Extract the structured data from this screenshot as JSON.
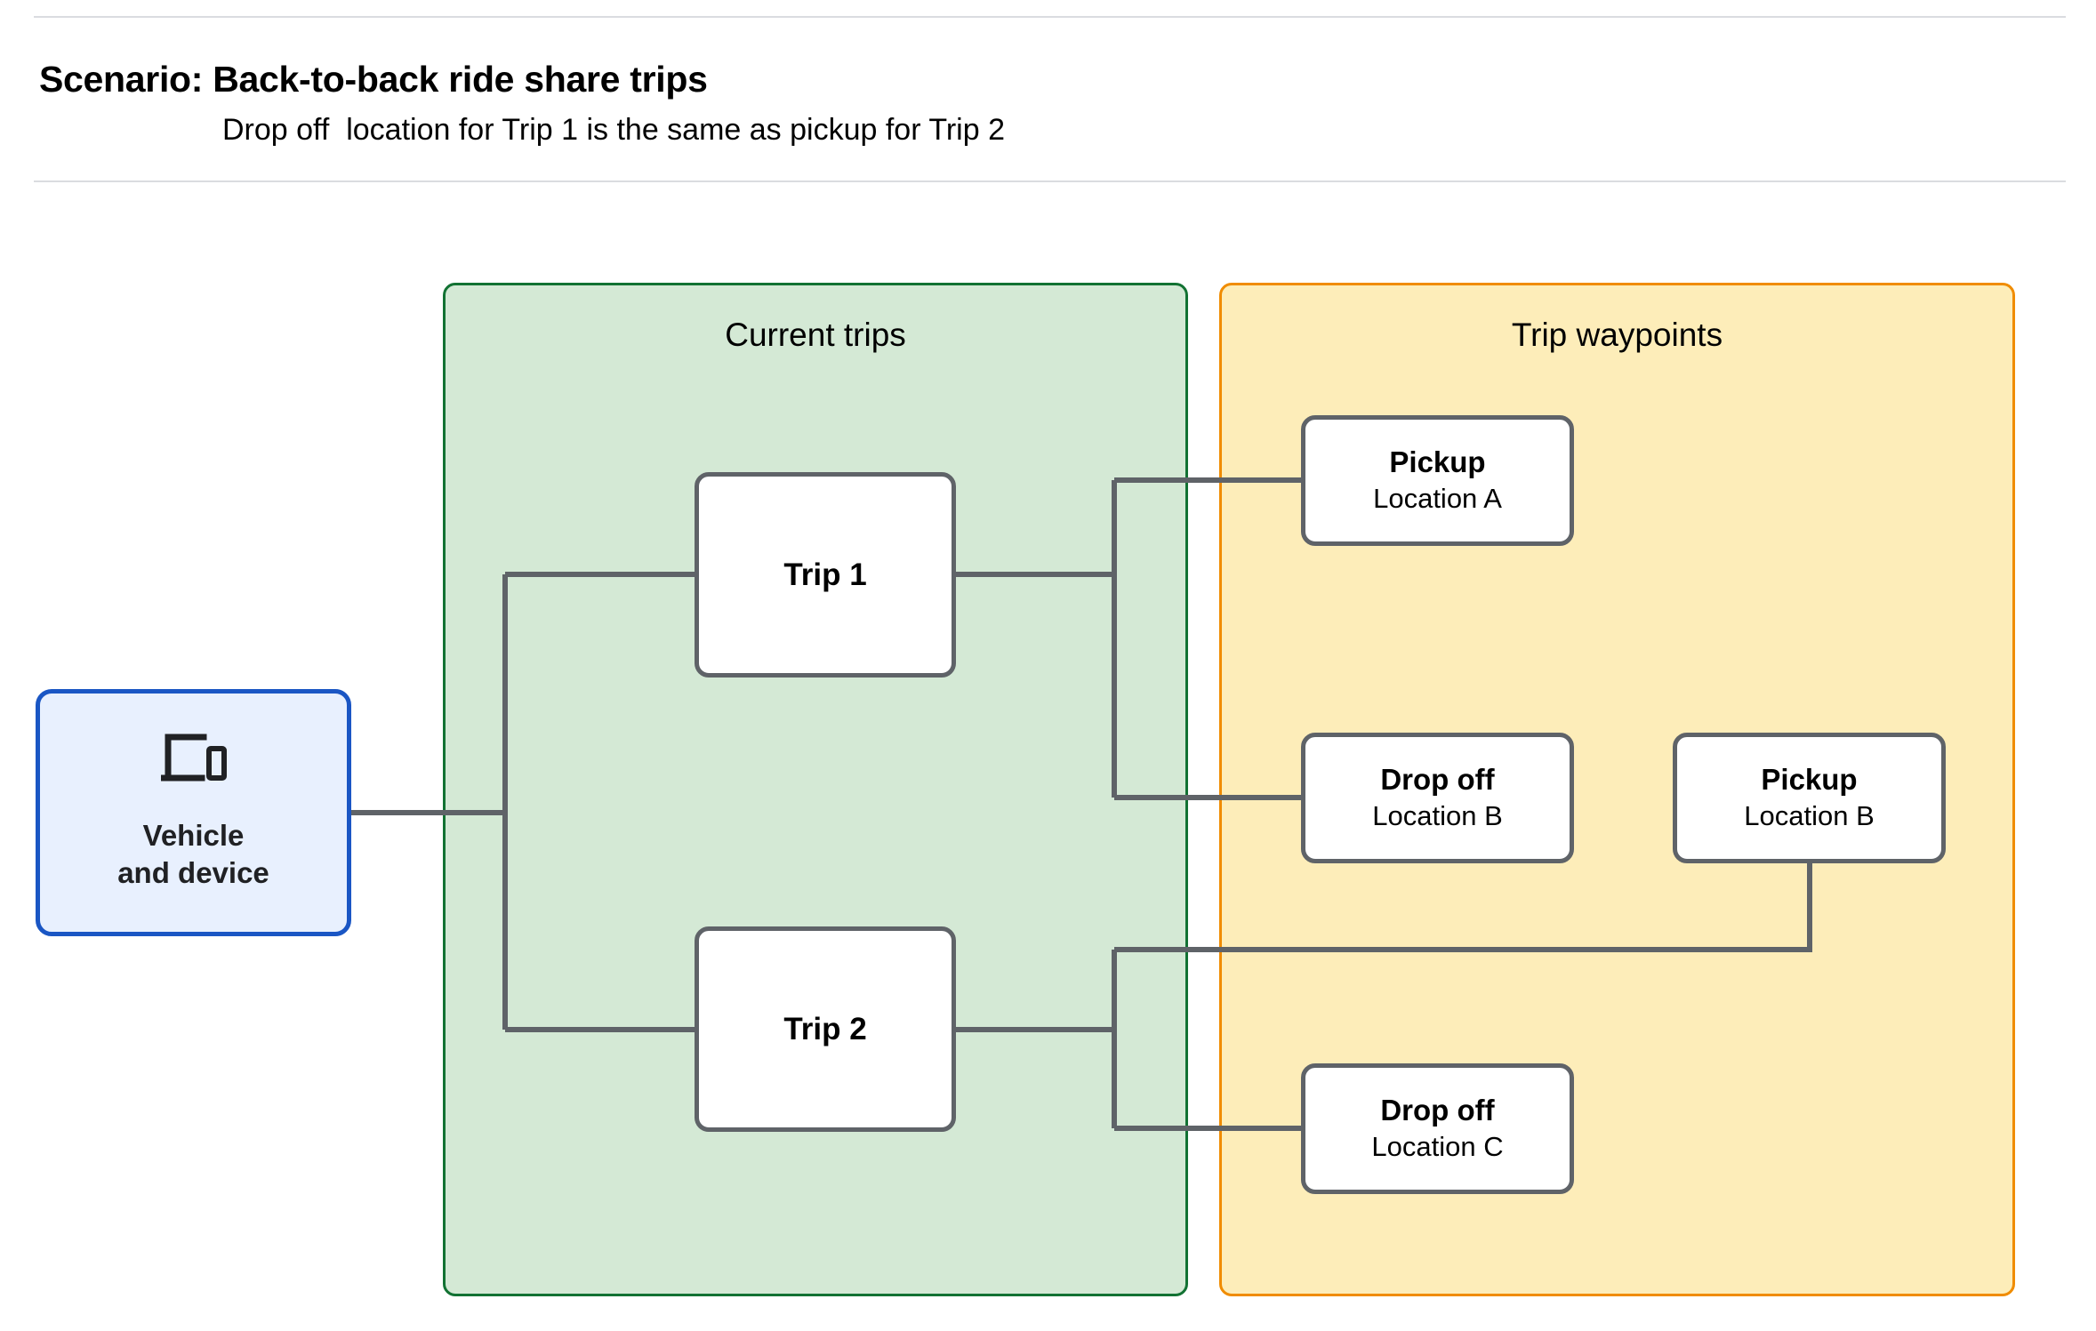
{
  "header": {
    "title": "Scenario: Back-to-back ride share trips",
    "subtitle": "Drop off  location for Trip 1 is the same as pickup for Trip 2"
  },
  "colors": {
    "current_trips_fill": "#d4e9d5",
    "current_trips_border": "#127233",
    "trip_waypoints_fill": "#fdedb9",
    "trip_waypoints_border": "#f08c00",
    "vehicle_fill": "#e8f0fe",
    "vehicle_border": "#1a56c4",
    "node_border": "#5f6368",
    "connector": "#5f6368",
    "rule": "#dadce0"
  },
  "vehicle": {
    "icon": "laptop-and-phone-icon",
    "label_line1": "Vehicle",
    "label_line2": "and device"
  },
  "groups": [
    {
      "id": "current-trips",
      "title": "Current trips"
    },
    {
      "id": "trip-waypoints",
      "title": "Trip waypoints"
    }
  ],
  "trips": [
    {
      "id": "trip-1",
      "label": "Trip 1"
    },
    {
      "id": "trip-2",
      "label": "Trip 2"
    }
  ],
  "waypoints": [
    {
      "id": "pickup-a",
      "type": "Pickup",
      "location": "Location A"
    },
    {
      "id": "dropoff-b",
      "type": "Drop off",
      "location": "Location B"
    },
    {
      "id": "pickup-b",
      "type": "Pickup",
      "location": "Location B"
    },
    {
      "id": "dropoff-c",
      "type": "Drop off",
      "location": "Location C"
    }
  ],
  "connections": [
    {
      "from": "vehicle",
      "to": "trip-1"
    },
    {
      "from": "vehicle",
      "to": "trip-2"
    },
    {
      "from": "trip-1",
      "to": "pickup-a"
    },
    {
      "from": "trip-1",
      "to": "dropoff-b"
    },
    {
      "from": "trip-2",
      "to": "pickup-b"
    },
    {
      "from": "trip-2",
      "to": "dropoff-c"
    }
  ]
}
